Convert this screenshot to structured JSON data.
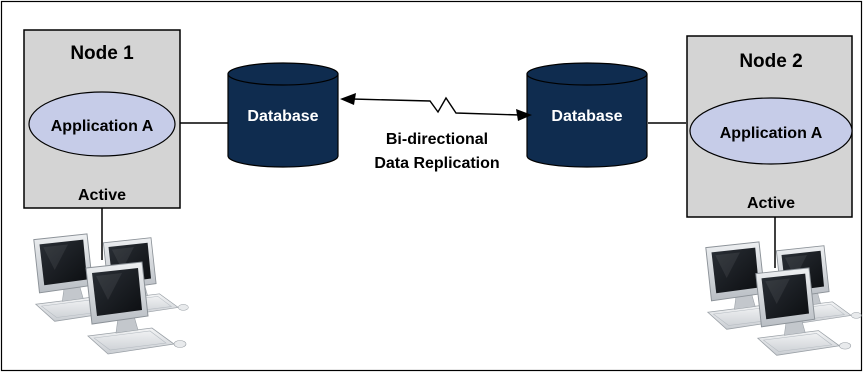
{
  "node1": {
    "title": "Node 1",
    "app": "Application A",
    "status": "Active"
  },
  "node2": {
    "title": "Node 2",
    "app": "Application A",
    "status": "Active"
  },
  "db_left": {
    "label": "Database"
  },
  "db_right": {
    "label": "Database"
  },
  "replication": {
    "line1": "Bi-directional",
    "line2": "Data Replication"
  },
  "colors": {
    "node_fill": "#d4d4d4",
    "app_fill": "#c6cce8",
    "db_fill": "#0f2c4f",
    "db_text": "#ffffff",
    "text": "#000000"
  },
  "icons": {
    "workstations_left": "computer-workstations-icon",
    "workstations_right": "computer-workstations-icon"
  }
}
